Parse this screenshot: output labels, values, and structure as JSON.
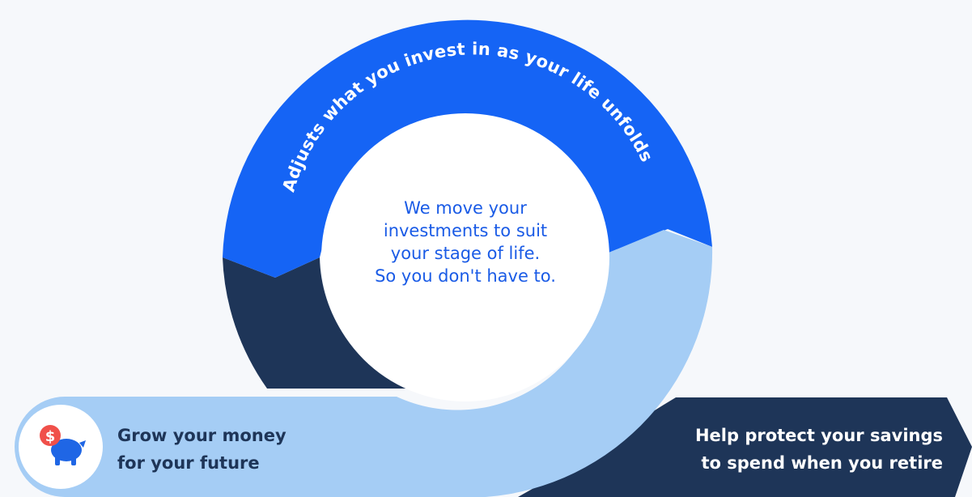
{
  "arc_label": "Adjusts what you invest in as your life unfolds",
  "center": {
    "lines": [
      "We move your",
      "investments to suit",
      "your stage of life.",
      "So you don't have to."
    ]
  },
  "grow": {
    "lines": [
      "Grow your money",
      "for your future"
    ],
    "icon": "piggy-bank-dollar-icon"
  },
  "protect": {
    "lines": [
      "Help protect your savings",
      "to spend when you retire"
    ]
  },
  "colors": {
    "bright_blue": "#1564f5",
    "navy": "#1e3558",
    "light_blue": "#a5cdf5",
    "coin": "#f0504a",
    "piggy": "#1f66e5",
    "background": "#f6f8fb"
  }
}
